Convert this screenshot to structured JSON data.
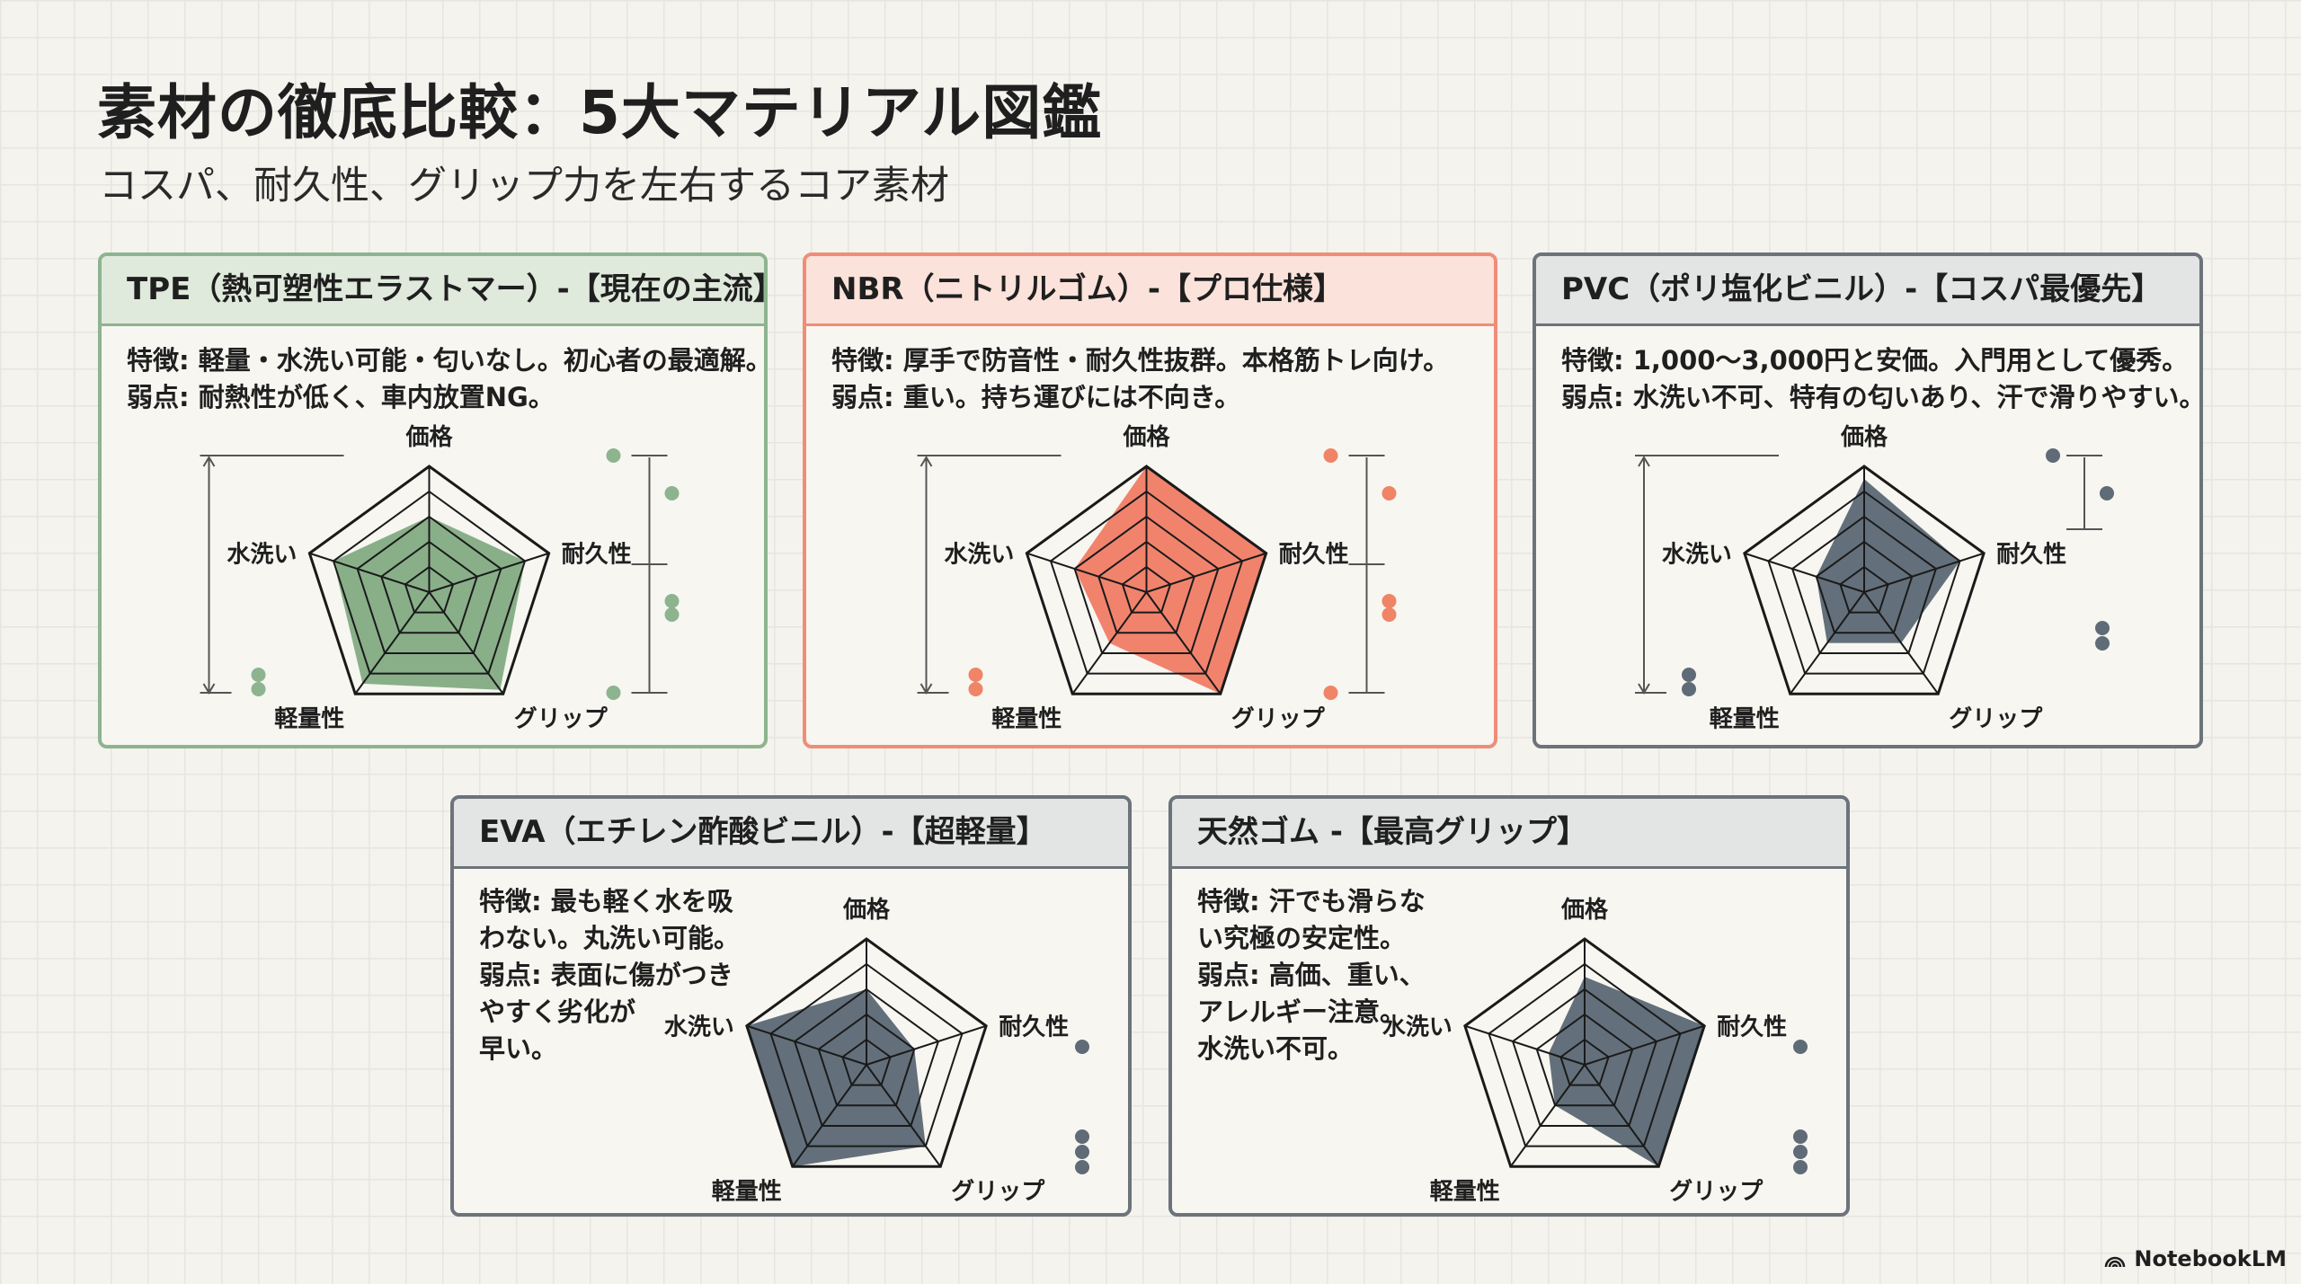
{
  "header": {
    "title": "素材の徹底比較：5大マテリアル図鑑",
    "subtitle": "コスパ、耐久性、グリップ力を左右するコア素材"
  },
  "brand": {
    "label": "NotebookLM",
    "icon": "notebooklm-logo-icon"
  },
  "colors": {
    "green": "#7aa57a",
    "red": "#f0735a",
    "gray": "#4f5d6a"
  },
  "materials": [
    {
      "title": "TPE（熱可塑性エラストマー）-【現在の主流】",
      "theme": "green",
      "lines": [
        "特徴: 軽量・水洗い可能・匂いなし。初心者の最適解。",
        "弱点: 耐熱性が低く、車内放置NG。"
      ]
    },
    {
      "title": "NBR（ニトリルゴム）-【プロ仕様】",
      "theme": "red",
      "lines": [
        "特徴: 厚手で防音性・耐久性抜群。本格筋トレ向け。",
        "弱点: 重い。持ち運びには不向き。"
      ]
    },
    {
      "title": "PVC（ポリ塩化ビニル）-【コスパ最優先】",
      "theme": "gray",
      "lines": [
        "特徴: 1,000〜3,000円と安価。入門用として優秀。",
        "弱点: 水洗い不可、特有の匂いあり、汗で滑りやすい。"
      ]
    },
    {
      "title": "EVA（エチレン酢酸ビニル）-【超軽量】",
      "theme": "gray",
      "lines": [
        "特徴: 最も軽く水を吸",
        "わない。丸洗い可能。",
        "弱点: 表面に傷がつき",
        "やすく劣化が",
        "早い。"
      ]
    },
    {
      "title": "天然ゴム -【最高グリップ】",
      "theme": "gray",
      "lines": [
        "特徴: 汗でも滑らな",
        "い究極の安定性。",
        "弱点: 高価、重い、",
        "アレルギー注意。",
        "水洗い不可。"
      ]
    }
  ],
  "chart_data": [
    {
      "type": "radar",
      "title": "TPE",
      "axes": [
        "価格",
        "耐久性",
        "グリップ",
        "軽量性",
        "水洗い"
      ],
      "range": [
        0,
        5
      ],
      "values": [
        3,
        4,
        4.8,
        4.5,
        4
      ]
    },
    {
      "type": "radar",
      "title": "NBR",
      "axes": [
        "価格",
        "耐久性",
        "グリップ",
        "軽量性",
        "水洗い"
      ],
      "range": [
        0,
        5
      ],
      "values": [
        5,
        5,
        5,
        2.5,
        3
      ]
    },
    {
      "type": "radar",
      "title": "PVC",
      "axes": [
        "価格",
        "耐久性",
        "グリップ",
        "軽量性",
        "水洗い"
      ],
      "range": [
        0,
        5
      ],
      "values": [
        4.5,
        4,
        2.5,
        2.5,
        2
      ]
    },
    {
      "type": "radar",
      "title": "EVA",
      "axes": [
        "価格",
        "耐久性",
        "グリップ",
        "軽量性",
        "水洗い"
      ],
      "range": [
        0,
        5
      ],
      "values": [
        3,
        2,
        4,
        5,
        5
      ]
    },
    {
      "type": "radar",
      "title": "天然ゴム",
      "axes": [
        "価格",
        "耐久性",
        "グリップ",
        "軽量性",
        "水洗い"
      ],
      "range": [
        0,
        5
      ],
      "values": [
        3.5,
        5,
        5,
        2,
        1.5
      ]
    }
  ]
}
